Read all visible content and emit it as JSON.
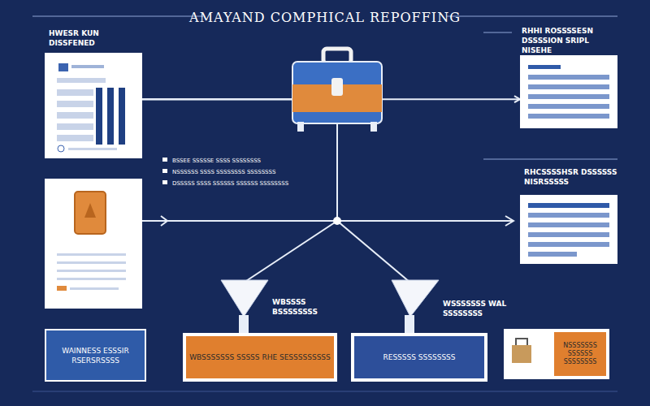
{
  "diagram": {
    "title": "AMAYAND COMPHICAL REPOFFING",
    "nodes": [
      {
        "text": [
          "HWESR KUN DISSFENED"
        ]
      },
      {
        "text": [
          "RHHI ROSSSSESN DSSSSION SRIPL NISEHE"
        ]
      },
      {
        "text": [
          "RHCSSSSHSR DSSSSSS NISRSSSSS"
        ]
      },
      {
        "text": [
          "WAINNESS ESSSIR RSERSRSSSS"
        ]
      },
      {
        "text": [
          "WBSSSS BSSSSSSSS",
          "WBSSSSSSS SSSSS RHE SESSSSSSSSS"
        ]
      },
      {
        "text": [
          "WSSSSSSS WAL SSSSSSSS",
          "RESSSSS SSSSSSSS"
        ]
      },
      {
        "text": [
          "NSSSSSSS SSSSSS SSSSSSSS"
        ]
      }
    ],
    "edges": [
      {
        "from": 0,
        "to": 1,
        "arrow": "to"
      },
      {
        "from": 0,
        "to": 4,
        "arrow": "none"
      },
      {
        "from": 0,
        "to": 5,
        "arrow": "none"
      }
    ],
    "labels": [
      "BSSEE SSSSSE SSSS SSSSSSSS",
      "NSSSSSS SSSS SSSSSSSS SSSSSSSS",
      "DSSSSS SSSS SSSSSS SSSSSS SSSSSSSS"
    ]
  }
}
